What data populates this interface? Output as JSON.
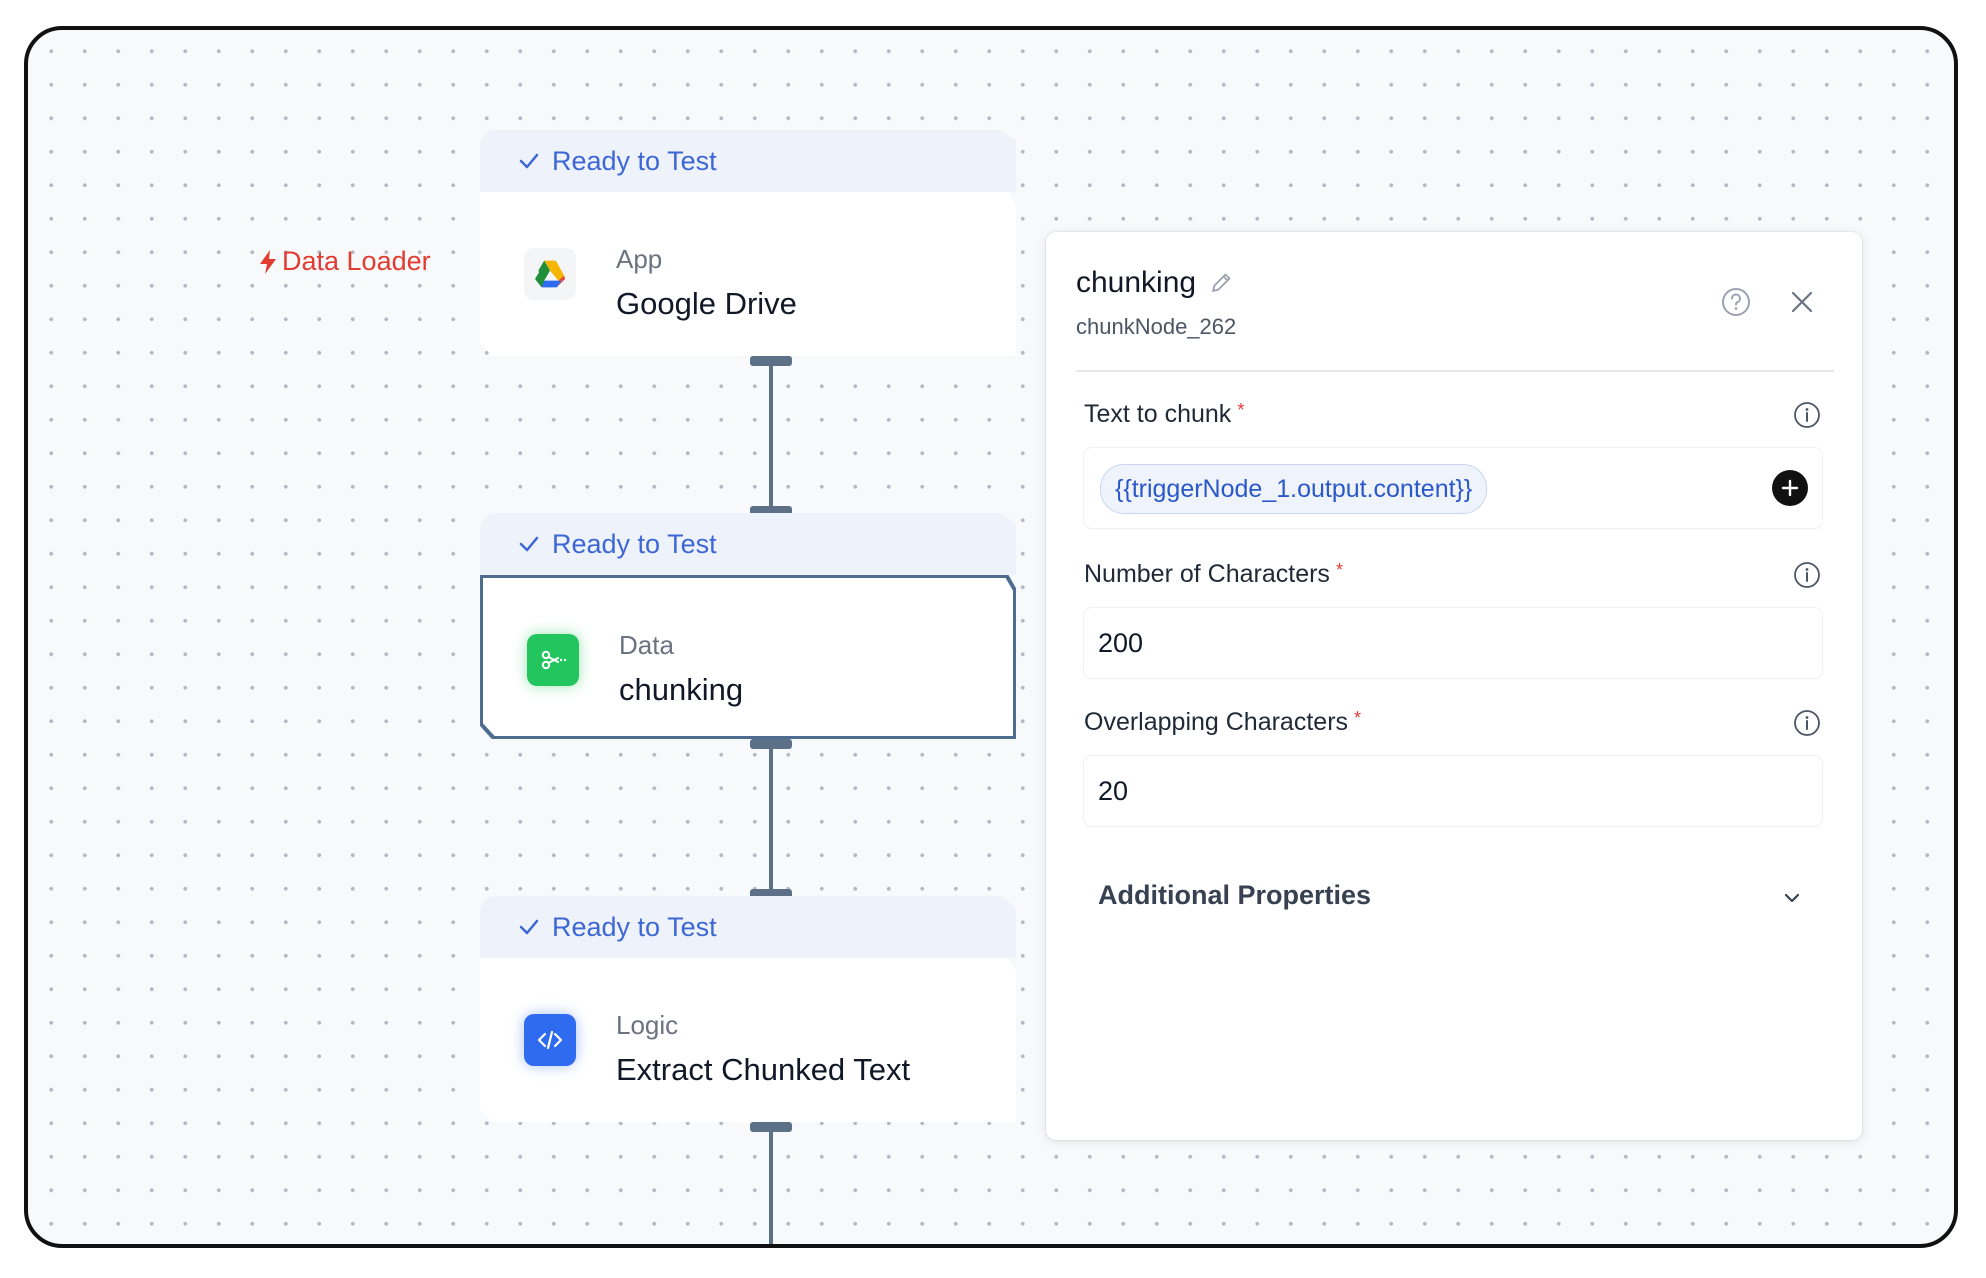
{
  "canvas": {
    "trigger_label": "Data Loader",
    "nodes": [
      {
        "status": "Ready to Test",
        "kind": "App",
        "name": "Google Drive",
        "icon": "google-drive-icon"
      },
      {
        "status": "Ready to Test",
        "kind": "Data",
        "name": "chunking",
        "icon": "scissors-icon"
      },
      {
        "status": "Ready to Test",
        "kind": "Logic",
        "name": "Extract Chunked Text",
        "icon": "code-icon"
      }
    ]
  },
  "panel": {
    "title": "chunking",
    "node_id": "chunkNode_262",
    "fields": {
      "text_to_chunk": {
        "label": "Text to chunk",
        "required": "*",
        "value": "{{triggerNode_1.output.content}}"
      },
      "num_chars": {
        "label": "Number of Characters",
        "required": "*",
        "value": "200"
      },
      "overlap_chars": {
        "label": "Overlapping Characters",
        "required": "*",
        "value": "20"
      }
    },
    "additional_label": "Additional Properties"
  },
  "colors": {
    "accent_blue": "#3e67d6",
    "trigger_red": "#e23b31",
    "connector": "#5c7088",
    "data_green": "#22c55e",
    "logic_blue": "#2f6bf0"
  }
}
